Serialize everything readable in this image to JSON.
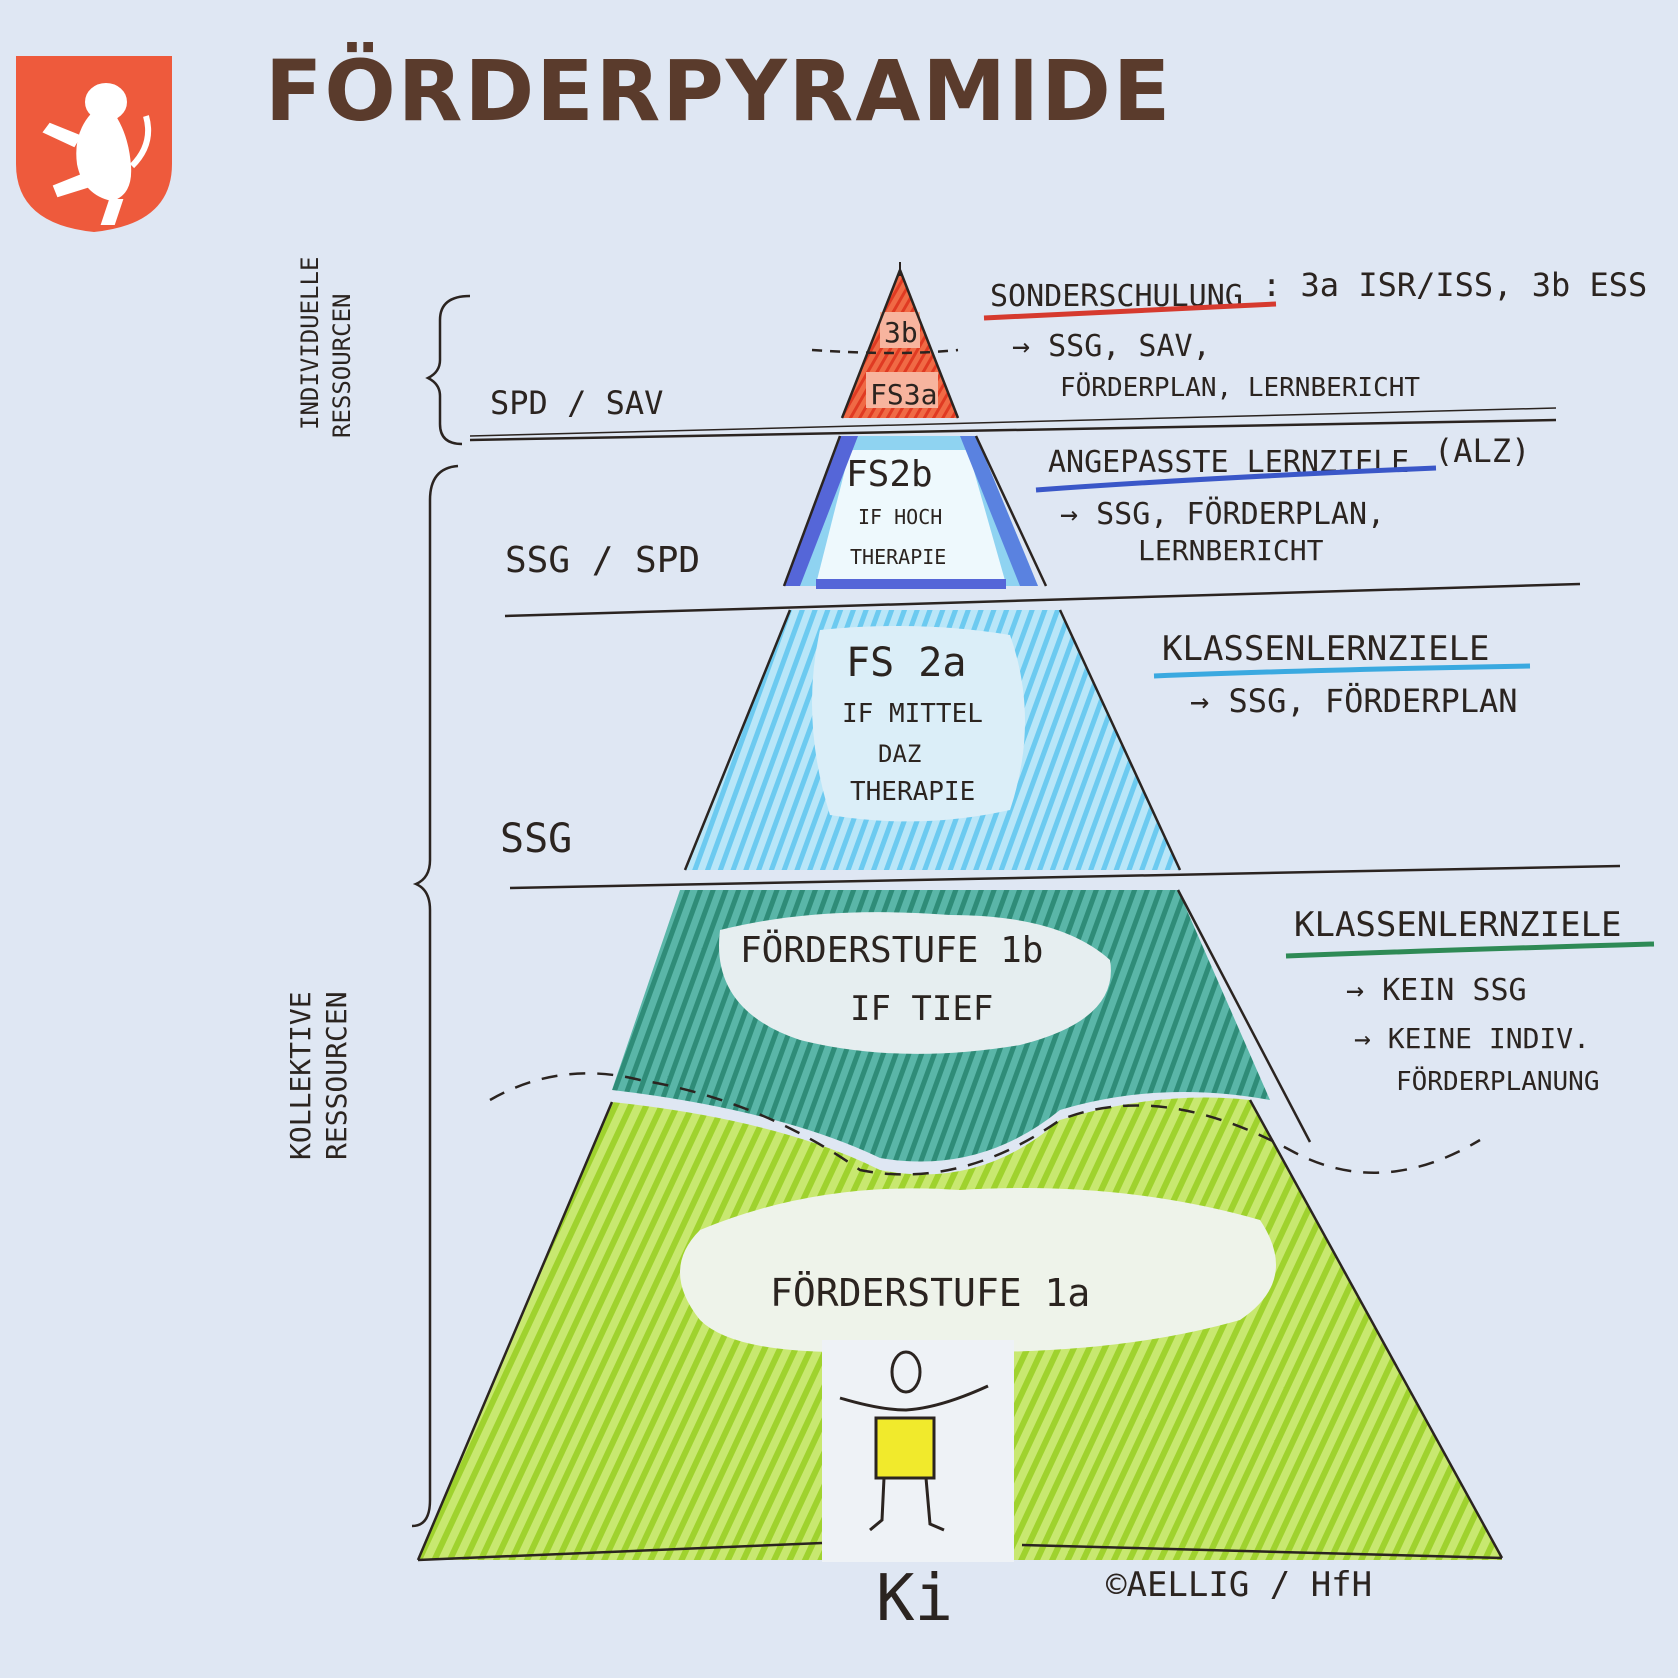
{
  "title": "FÖRDERPYRAMIDE",
  "side_labels": {
    "individual": [
      "INDIVIDUELLE",
      "RESSOURCEN"
    ],
    "collective": [
      "KOLLEKTIVE",
      "RESSOURCEN"
    ]
  },
  "left_labels": {
    "spd_sav": "SPD / SAV",
    "ssg_spd": "SSG / SPD",
    "ssg": "SSG"
  },
  "levels": {
    "fs3b": "3b",
    "fs3a": "FS3a",
    "fs2b": [
      "FS2b",
      "IF HOCH",
      "THERAPIE"
    ],
    "fs2a": [
      "FS 2a",
      "IF MITTEL",
      "DAZ",
      "THERAPIE"
    ],
    "fs1b": [
      "FÖRDERSTUFE 1b",
      "IF TIEF"
    ],
    "fs1a": "FÖRDERSTUFE 1a"
  },
  "right_notes": {
    "sonderschulung": {
      "heading": "SONDERSCHULUNG",
      "rest": ": 3a ISR/ISS, 3b ESS",
      "lines": [
        "→ SSG, SAV,",
        "FÖRDERPLAN, LERNBERICHT"
      ],
      "underline_color": "#d63a2e"
    },
    "alz": {
      "heading": "ANGEPASSTE LERNZIELE",
      "rest": " (ALZ)",
      "lines": [
        "→ SSG, FÖRDERPLAN,",
        "LERNBERICHT"
      ],
      "underline_color": "#3a57c8"
    },
    "klassen_a": {
      "heading": "KLASSENLERNZIELE",
      "lines": [
        "→ SSG, FÖRDERPLAN"
      ],
      "underline_color": "#3aa9e0"
    },
    "klassen_b": {
      "heading": "KLASSENLERNZIELE",
      "lines": [
        "→ KEIN SSG",
        "→ KEINE INDIV.",
        "FÖRDERPLANUNG"
      ],
      "underline_color": "#2e8a55"
    }
  },
  "child_label": "Ki",
  "credit": "©AELLIG / HfH",
  "colors": {
    "background": "#dfe7f3",
    "title": "#5a3b2c",
    "crest": "#ee5a3c",
    "red": "#ee4b2e",
    "blue": "#6d80e4",
    "light_blue": "#8fd8f5",
    "teal": "#3d9e9c",
    "green": "#a8d83a",
    "yellow": "#f1ea2c"
  },
  "icons": [
    "lion-crest-icon",
    "child-figure-icon"
  ]
}
